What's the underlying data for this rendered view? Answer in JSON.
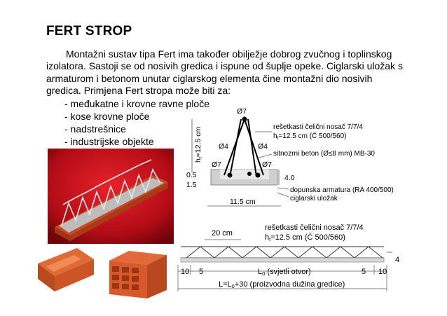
{
  "doc": {
    "title": "FERT STROP",
    "paragraph": [
      "Montažni sustav tipa Fert ima također obilježje dobrog zvučnog i toplinskog",
      "izolatora. Sastoji se od nosivih gredica i ispune od šuplje opeke. Ciglarski uložak s",
      "armaturom i betonom unutar ciglarskog elementa čine montažni dio nosivih",
      "gredica. Primjena Fert stropa može biti za:"
    ],
    "list": [
      "- međukatne i krovne ravne ploče",
      "- kose krovne ploče",
      "- nadstrešnice",
      "- industrijske objekte"
    ]
  },
  "section_diagram": {
    "top_bar": "Ø7",
    "diag_left": "Ø4",
    "diag_right": "Ø4",
    "bot_left": "Ø7",
    "bot_right": "Ø7",
    "height_label": "h",
    "height_sub": "t",
    "height_value": "=12.5 cm",
    "dim_05": "0.5",
    "dim_15": "1.5",
    "dim_40": "4.0",
    "width_label": "11.5 cm",
    "callout_truss_1": "rešetkasti čelični nosač 7/7/4",
    "callout_truss_2_h": "h",
    "callout_truss_2_sub": "t",
    "callout_truss_2_rest": "=12.5 cm (Č 500/560)",
    "callout_concrete": "sitnozrni beton (Ø≤8 mm) MB-30",
    "callout_rebar": "dopunska armatura (RA 400/500)",
    "callout_brick": "ciglarski uložak"
  },
  "elevation_diagram": {
    "spacing": "20 cm",
    "truss_1": "rešetkasti čelični nosač 7/7/4",
    "truss_2_h": "h",
    "truss_2_sub": "t",
    "truss_2_rest": "=12.5 cm (Č 500/560)",
    "dim_4": "4",
    "dim_10_left": "10",
    "dim_5_left": "5",
    "span_L": "L",
    "span_sub": "0",
    "span_rest": " (svjetli otvor)",
    "dim_5_right": "5",
    "dim_10_right": "10",
    "total_L": "L=L",
    "total_sub": "0",
    "total_rest": "+30 (proizvodna dužina gredice)"
  },
  "colors": {
    "brick": "#d9572c",
    "red_bg": "#c0101a",
    "concrete": "#c8c8c8"
  }
}
